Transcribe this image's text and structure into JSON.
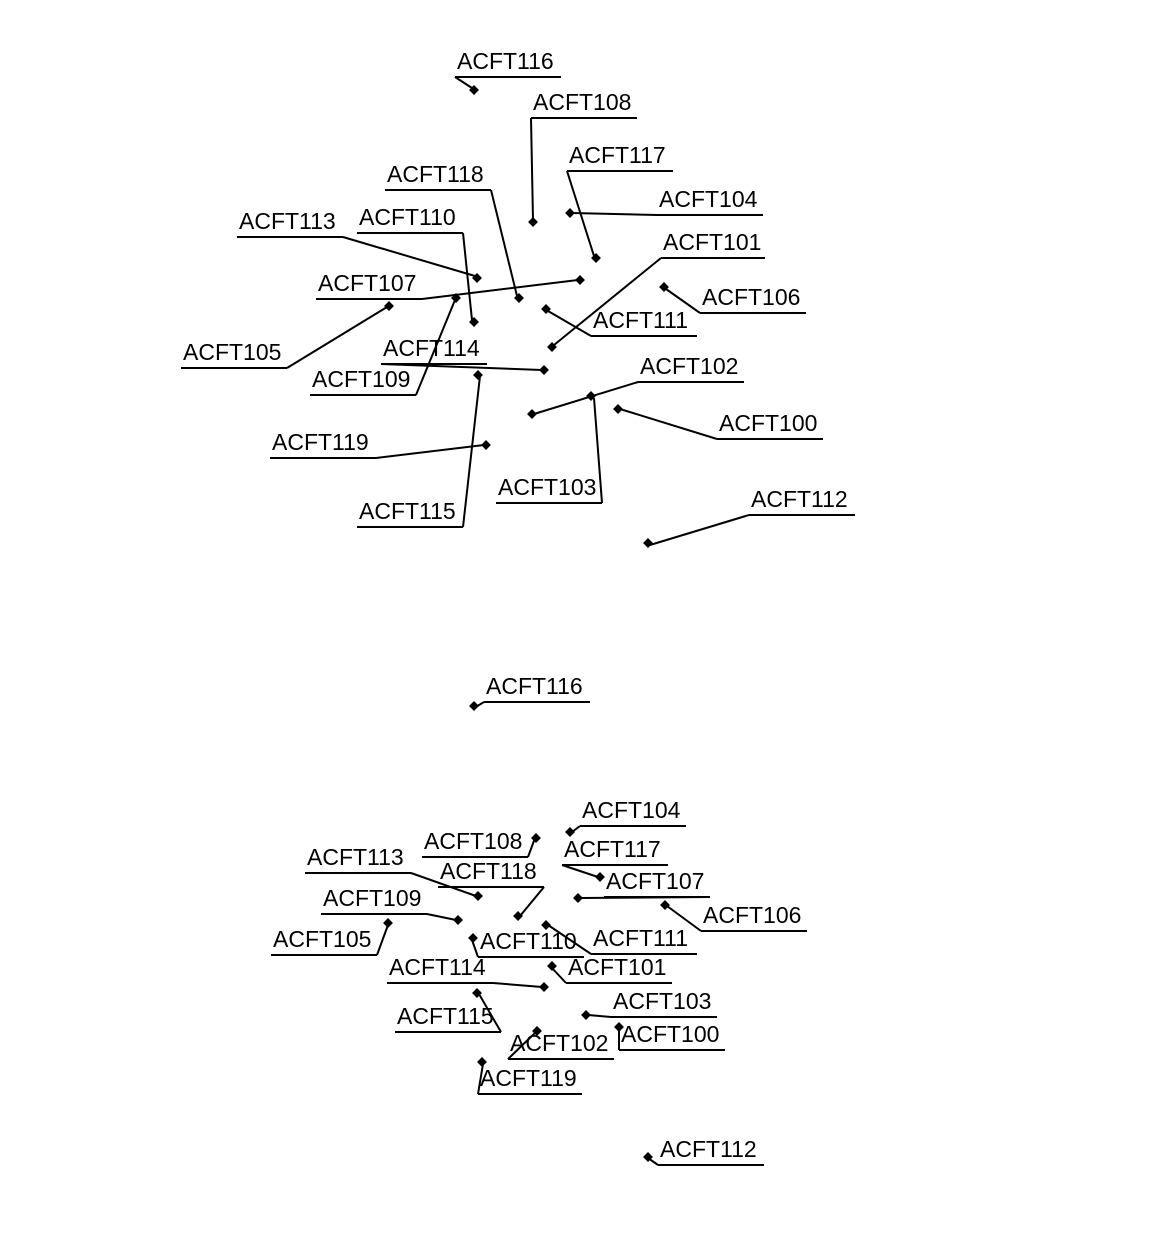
{
  "colors": {
    "ink": "#000000",
    "background": "#ffffff"
  },
  "panels": [
    {
      "name": "upper-cluster",
      "aircraft": [
        {
          "id": "ACFT116"
        },
        {
          "id": "ACFT108"
        },
        {
          "id": "ACFT117"
        },
        {
          "id": "ACFT118"
        },
        {
          "id": "ACFT104"
        },
        {
          "id": "ACFT113"
        },
        {
          "id": "ACFT110"
        },
        {
          "id": "ACFT101"
        },
        {
          "id": "ACFT107"
        },
        {
          "id": "ACFT106"
        },
        {
          "id": "ACFT111"
        },
        {
          "id": "ACFT105"
        },
        {
          "id": "ACFT114"
        },
        {
          "id": "ACFT109"
        },
        {
          "id": "ACFT102"
        },
        {
          "id": "ACFT100"
        },
        {
          "id": "ACFT119"
        },
        {
          "id": "ACFT103"
        },
        {
          "id": "ACFT112"
        },
        {
          "id": "ACFT115"
        }
      ]
    },
    {
      "name": "lower-cluster",
      "aircraft": [
        {
          "id": "ACFT116"
        },
        {
          "id": "ACFT104"
        },
        {
          "id": "ACFT108"
        },
        {
          "id": "ACFT117"
        },
        {
          "id": "ACFT113"
        },
        {
          "id": "ACFT118"
        },
        {
          "id": "ACFT107"
        },
        {
          "id": "ACFT109"
        },
        {
          "id": "ACFT106"
        },
        {
          "id": "ACFT105"
        },
        {
          "id": "ACFT110"
        },
        {
          "id": "ACFT111"
        },
        {
          "id": "ACFT114"
        },
        {
          "id": "ACFT101"
        },
        {
          "id": "ACFT103"
        },
        {
          "id": "ACFT115"
        },
        {
          "id": "ACFT100"
        },
        {
          "id": "ACFT102"
        },
        {
          "id": "ACFT119"
        },
        {
          "id": "ACFT112"
        }
      ]
    }
  ]
}
